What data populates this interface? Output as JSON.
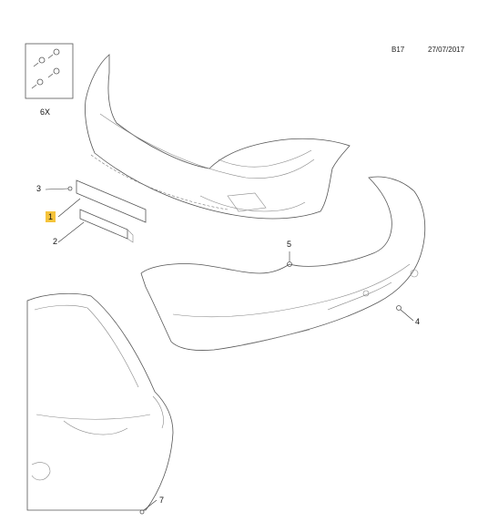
{
  "header": {
    "code": "B17",
    "date": "27/07/2017"
  },
  "kit": {
    "quantity_label": "6X"
  },
  "callouts": [
    {
      "id": "1",
      "highlighted": true
    },
    {
      "id": "2",
      "highlighted": false
    },
    {
      "id": "3",
      "highlighted": false
    },
    {
      "id": "4",
      "highlighted": false
    },
    {
      "id": "5",
      "highlighted": false
    },
    {
      "id": "7",
      "highlighted": false
    }
  ],
  "colors": {
    "highlight": "#f5c33b",
    "line": "#555555"
  }
}
